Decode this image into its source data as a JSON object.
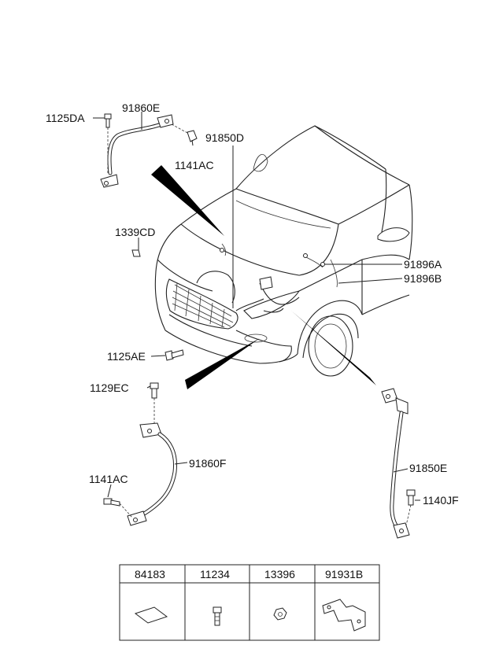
{
  "callouts": {
    "c1125DA": "1125DA",
    "c91860E": "91860E",
    "c1141AC_top": "1141AC",
    "c91850D": "91850D",
    "c1339CD": "1339CD",
    "c91896A": "91896A",
    "c91896B": "91896B",
    "c1125AE": "1125AE",
    "c1129EC": "1129EC",
    "c91860F": "91860F",
    "c1141AC_bottom": "1141AC",
    "c91850E": "91850E",
    "c1140JF": "1140JF"
  },
  "parts_table": {
    "headers": [
      "84183",
      "11234",
      "13396",
      "91931B"
    ]
  }
}
